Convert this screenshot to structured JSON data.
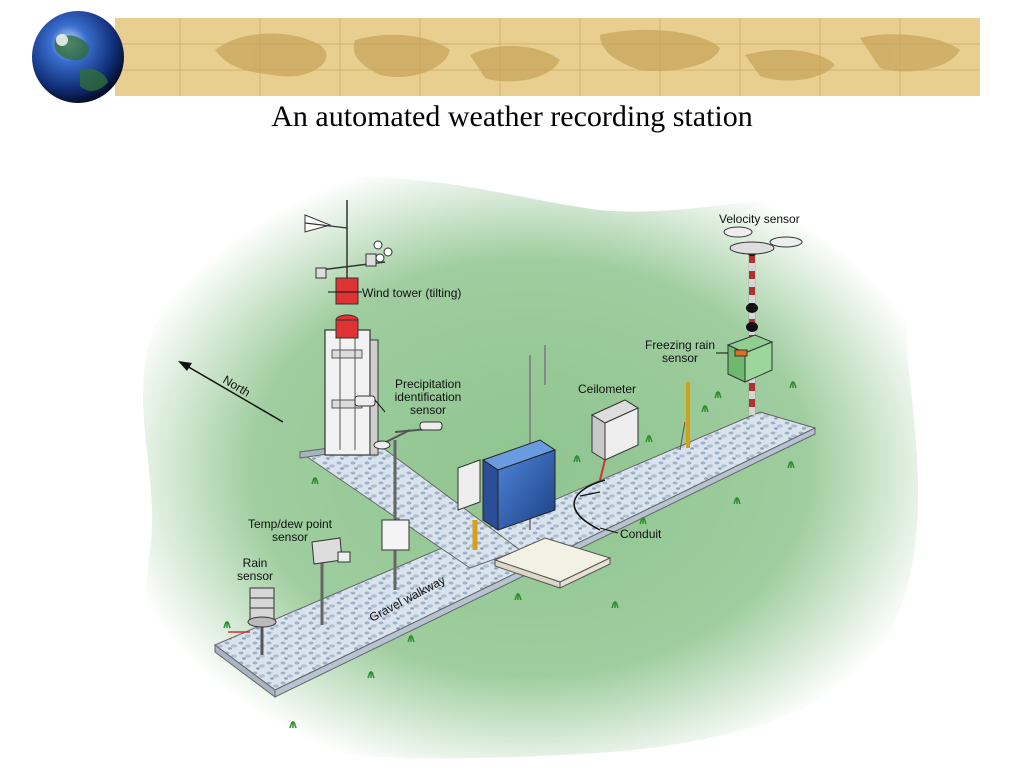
{
  "slide": {
    "title": "An automated weather recording station"
  },
  "diagram": {
    "labels": {
      "wind_tower": "Wind tower (tilting)",
      "velocity_sensor": "Velocity sensor",
      "precipitation_l1": "Precipitation",
      "precipitation_l2": "identification",
      "precipitation_l3": "sensor",
      "freezing_rain_l1": "Freezing rain",
      "freezing_rain_l2": "sensor",
      "ceilometer": "Ceilometer",
      "north": "North",
      "temp_dew_l1": "Temp/dew point",
      "temp_dew_l2": "sensor",
      "rain_l1": "Rain",
      "rain_l2": "sensor",
      "conduit": "Conduit",
      "gravel_walkway": "Gravel walkway"
    }
  },
  "colors": {
    "banner": "#e8cf8f",
    "grass": "#8fc48f",
    "walkway": "#c9d6e4",
    "enclosure": "#2f5fb0"
  }
}
